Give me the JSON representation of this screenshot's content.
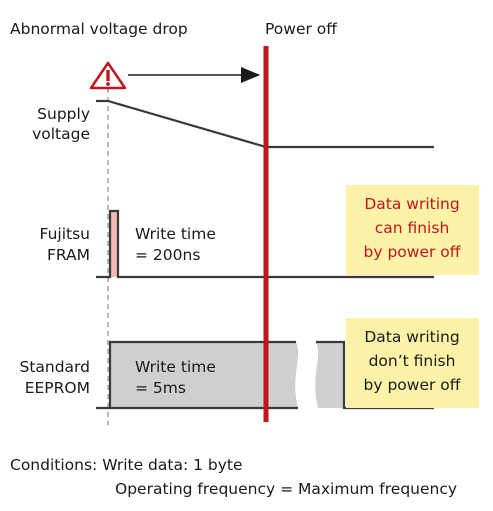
{
  "header": {
    "event_label": "Abnormal voltage drop",
    "power_off_label": "Power off"
  },
  "rows": {
    "supply": {
      "label_1": "Supply",
      "label_2": "voltage"
    },
    "fram": {
      "label_1": "Fujitsu",
      "label_2": "FRAM",
      "write_1": "Write time",
      "write_2": "= 200ns",
      "note_1": "Data writing",
      "note_2": "can finish",
      "note_3": "by power off"
    },
    "eeprom": {
      "label_1": "Standard",
      "label_2": "EEPROM",
      "write_1": "Write time",
      "write_2": "= 5ms",
      "note_1": "Data writing",
      "note_2": "don’t finish",
      "note_3": "by power off"
    }
  },
  "conditions": {
    "line_1": "Conditions: Write data: 1 byte",
    "line_2": "Operating frequency = Maximum frequency"
  },
  "colors": {
    "power_off_line": "#c0161c",
    "note_fill": "#fdf2a8",
    "note_text": "#c0161c",
    "fram_pulse": "#f2b8b4",
    "eeprom_fill": "#cfcfcf",
    "trace": "#3a3a3a"
  },
  "icons": {
    "warning": "warning-triangle-icon",
    "arrow": "arrow-right-icon"
  }
}
